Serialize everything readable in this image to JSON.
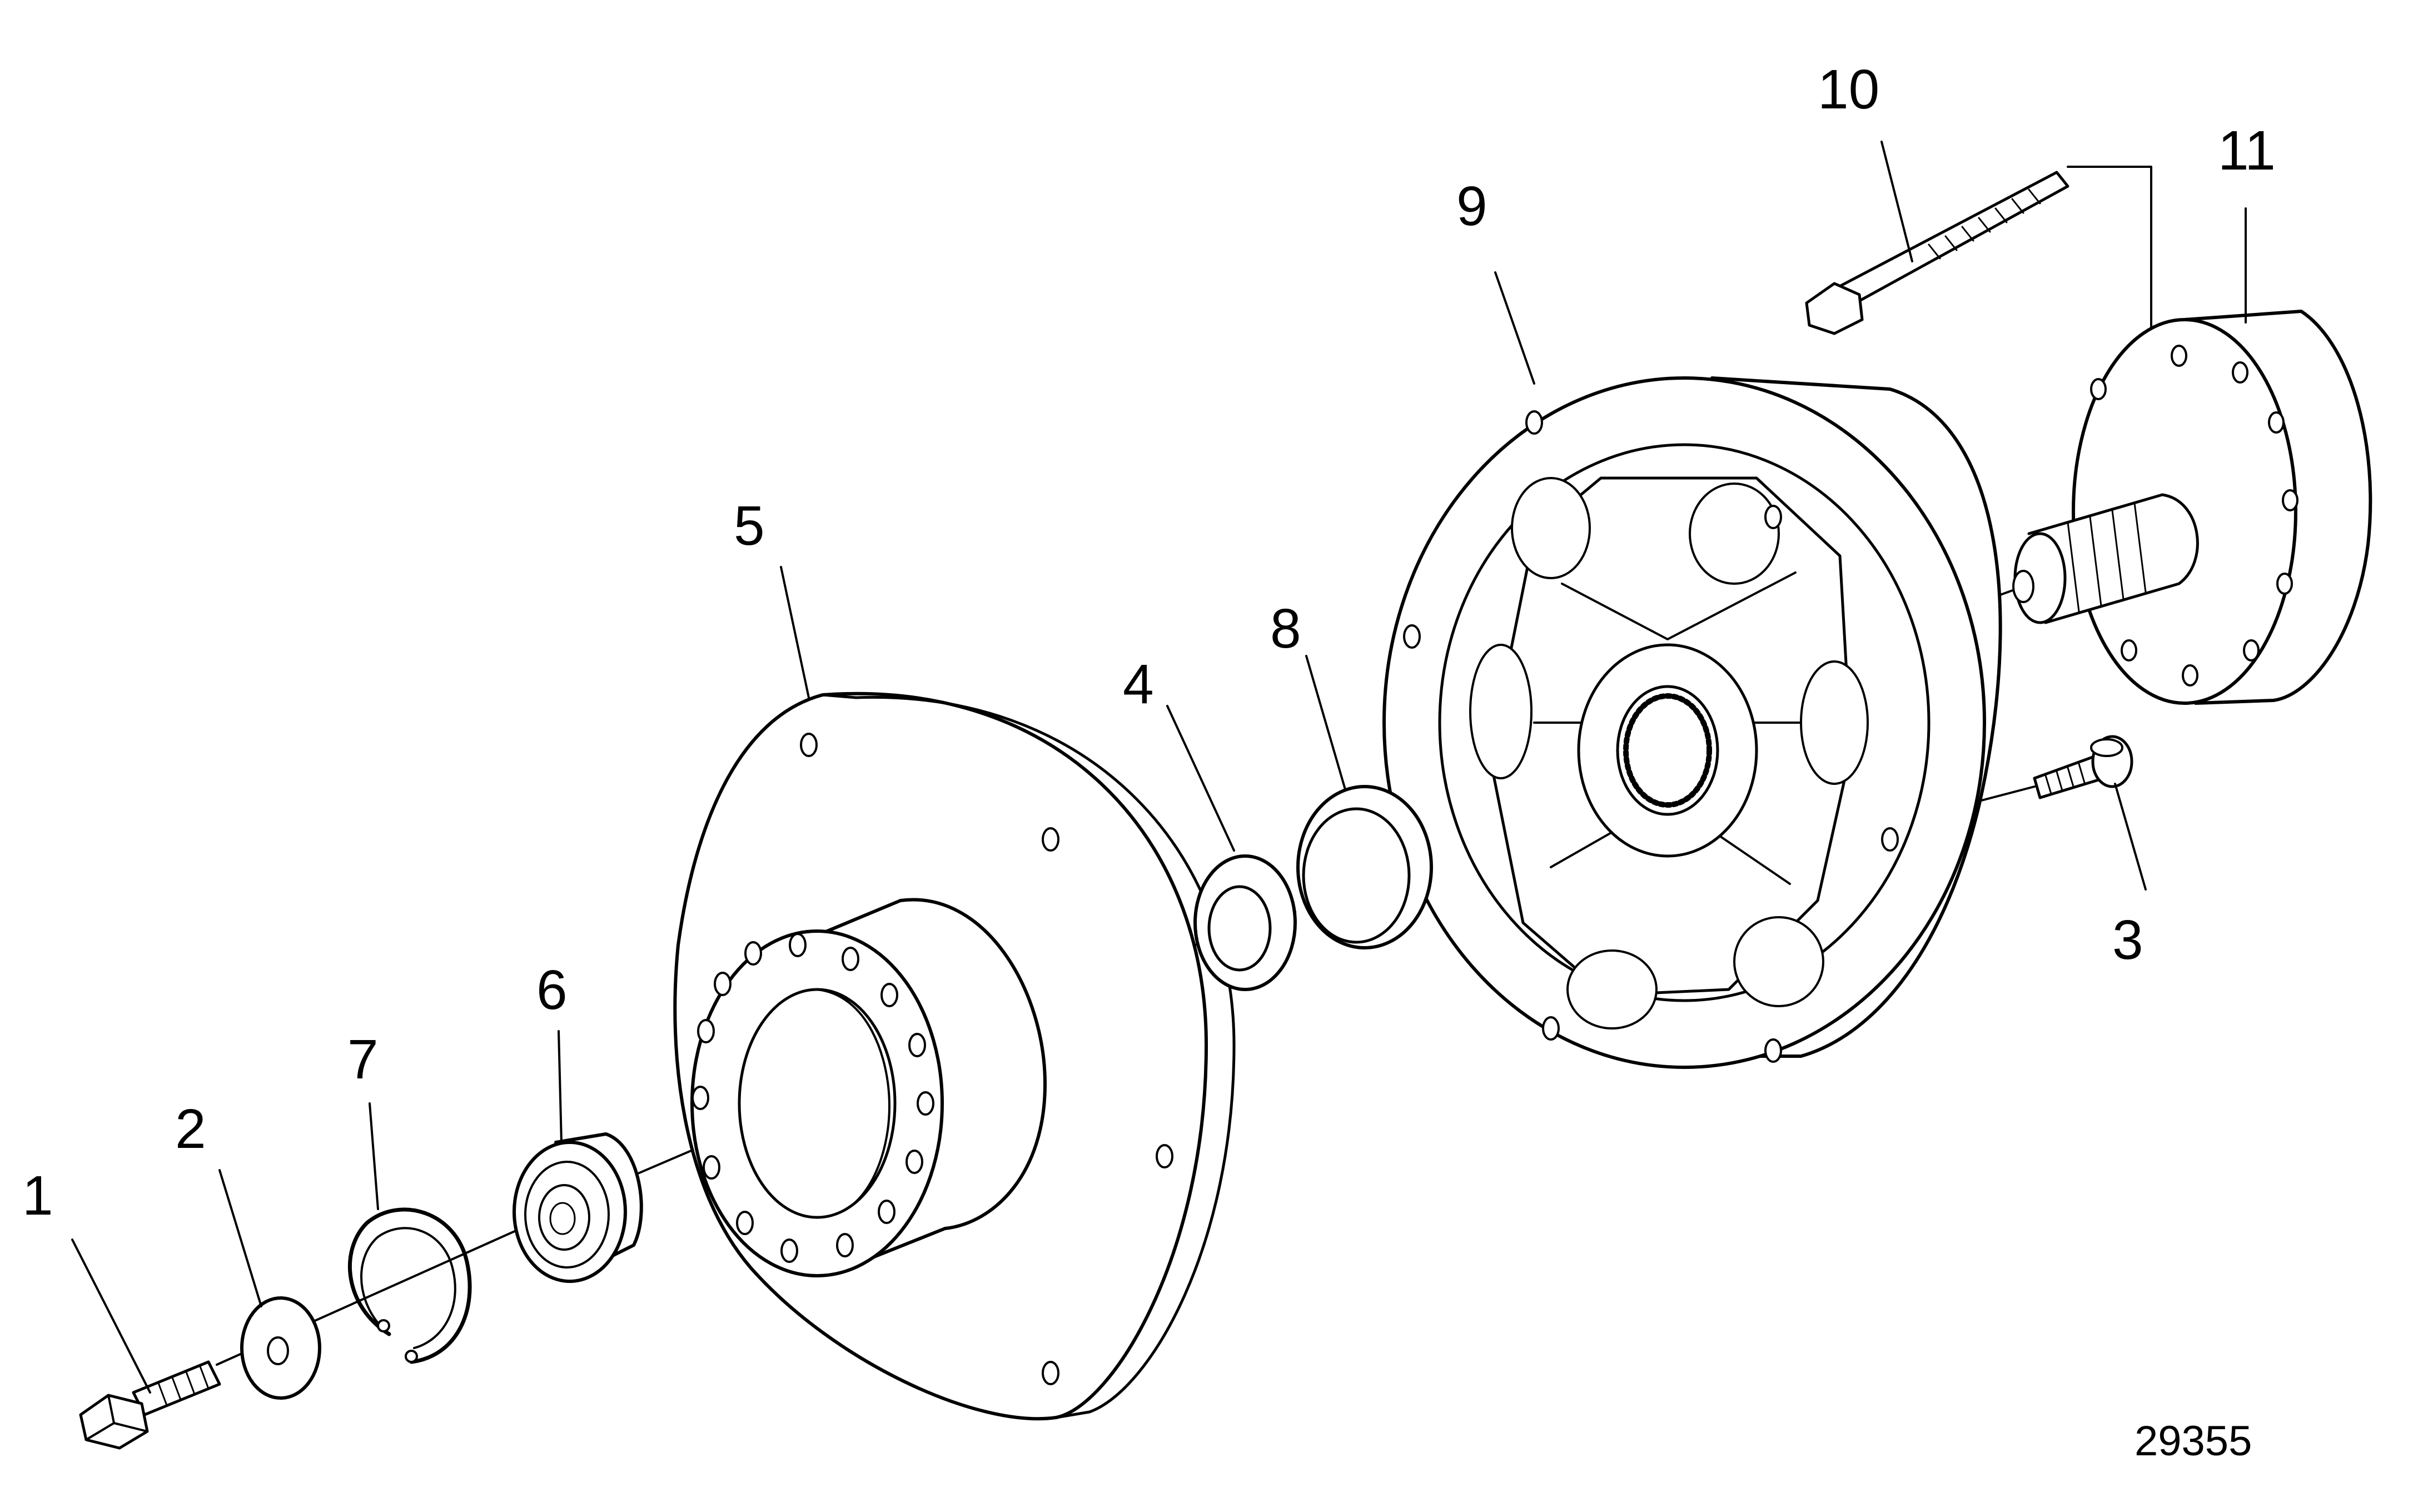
{
  "diagram": {
    "callouts": [
      {
        "id": "1",
        "text": "1"
      },
      {
        "id": "2",
        "text": "2"
      },
      {
        "id": "3",
        "text": "3"
      },
      {
        "id": "4",
        "text": "4"
      },
      {
        "id": "5",
        "text": "5"
      },
      {
        "id": "6",
        "text": "6"
      },
      {
        "id": "7",
        "text": "7"
      },
      {
        "id": "8",
        "text": "8"
      },
      {
        "id": "9",
        "text": "9"
      },
      {
        "id": "10",
        "text": "10"
      },
      {
        "id": "11",
        "text": "11"
      }
    ],
    "figure_number": "29355"
  }
}
